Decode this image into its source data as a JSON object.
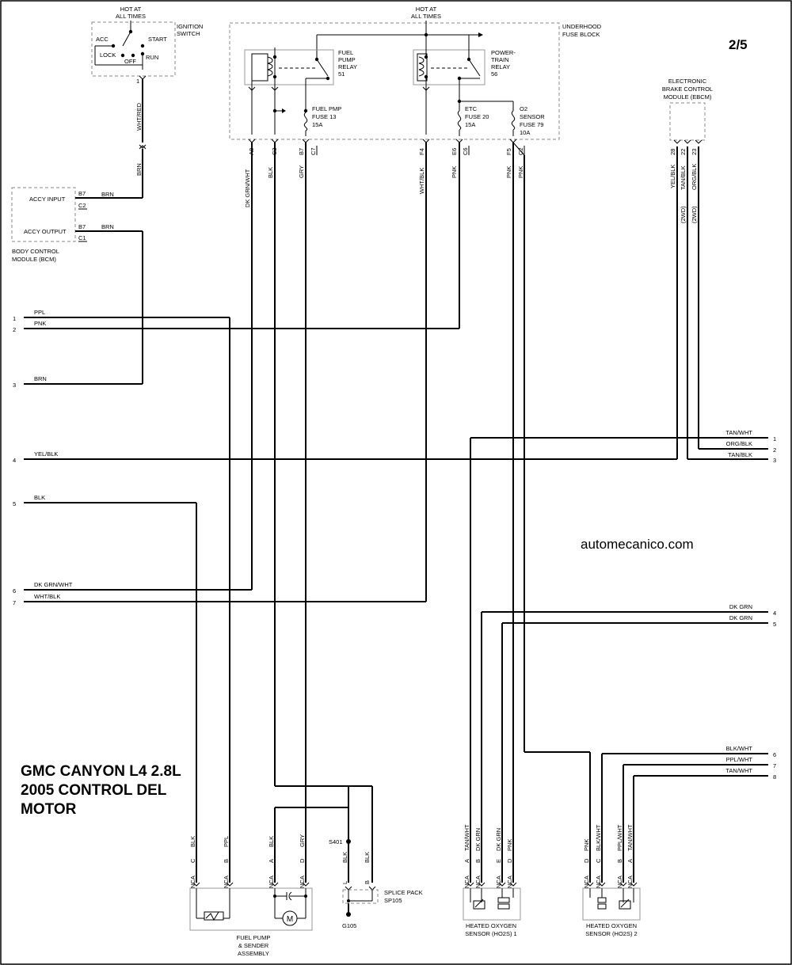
{
  "page_number": "2/5",
  "title_lines": [
    "GMC CANYON L4 2.8L",
    "2005 CONTROL DEL",
    "MOTOR"
  ],
  "watermark": "automecanico.com",
  "ignition_switch": {
    "hot": [
      "HOT AT",
      "ALL TIMES"
    ],
    "name": [
      "IGNITION",
      "SWITCH"
    ],
    "positions": [
      "ACC",
      "START",
      "LOCK",
      "RUN",
      "OFF"
    ],
    "pin": "1",
    "wire_out": "WHT/RED",
    "wire_cont": "BRN"
  },
  "fuse_block": {
    "hot": [
      "HOT AT",
      "ALL TIMES"
    ],
    "name": [
      "UNDERHOOD",
      "FUSE BLOCK"
    ],
    "fuel_pump_relay": [
      "FUEL",
      "PUMP",
      "RELAY",
      "51"
    ],
    "powertrain_relay": [
      "POWER-",
      "TRAIN",
      "RELAY",
      "56"
    ],
    "fuel_pmp_fuse": [
      "FUEL PMP",
      "FUSE 13",
      "15A"
    ],
    "etc_fuse": [
      "ETC",
      "FUSE 20",
      "15A"
    ],
    "o2_fuse": [
      "O2",
      "SENSOR",
      "FUSE 79",
      "10A"
    ],
    "pins": [
      "A8",
      "C2",
      "B7",
      "C7",
      "F4",
      "E6",
      "C6",
      "F5",
      "C2"
    ],
    "wires": [
      "DK GRN/WHT",
      "BLK",
      "GRY",
      "WHT/BLK",
      "PNK",
      "PNK",
      "PNK"
    ]
  },
  "bcm": {
    "accy_input": "ACCY INPUT",
    "accy_output": "ACCY OUTPUT",
    "pin_b7": "B7",
    "conn_c2": "C2",
    "conn_c1": "C1",
    "wire": "BRN",
    "name": [
      "BODY CONTROL",
      "MODULE (BCM)"
    ]
  },
  "ebcm": {
    "name": [
      "ELECTRONIC",
      "BRAKE CONTROL",
      "MODULE (EBCM)"
    ],
    "pins": [
      "28",
      "22",
      "23"
    ],
    "wires": [
      "YEL/BLK",
      "TAN/BLK",
      "ORG/BLK"
    ],
    "note": "(2WD)"
  },
  "left_connectors": [
    {
      "num": "1",
      "wire": "PPL"
    },
    {
      "num": "2",
      "wire": "PNK"
    },
    {
      "num": "3",
      "wire": "BRN"
    },
    {
      "num": "4",
      "wire": "YEL/BLK"
    },
    {
      "num": "5",
      "wire": "BLK"
    },
    {
      "num": "6",
      "wire": "DK GRN/WHT"
    },
    {
      "num": "7",
      "wire": "WHT/BLK"
    }
  ],
  "right_connectors": [
    {
      "num": "1",
      "wire": "TAN/WHT"
    },
    {
      "num": "2",
      "wire": "ORG/BLK"
    },
    {
      "num": "3",
      "wire": "TAN/BLK"
    },
    {
      "num": "4",
      "wire": "DK GRN"
    },
    {
      "num": "5",
      "wire": "DK GRN"
    },
    {
      "num": "6",
      "wire": "BLK/WHT"
    },
    {
      "num": "7",
      "wire": "PPL/WHT"
    },
    {
      "num": "8",
      "wire": "TAN/WHT"
    }
  ],
  "fuel_pump": {
    "pins": [
      "C",
      "B",
      "A",
      "D"
    ],
    "wires": [
      "BLK",
      "PPL",
      "BLK",
      "GRY"
    ],
    "nca": "NCA",
    "motor": "M",
    "name": [
      "FUEL PUMP",
      "& SENDER",
      "ASSEMBLY"
    ]
  },
  "splice": {
    "s401": "S401",
    "pins": [
      "L",
      "B"
    ],
    "wires": [
      "BLK",
      "BLK"
    ],
    "name": [
      "SPLICE PACK",
      "SP105"
    ],
    "ground": "G105"
  },
  "ho2s1": {
    "pins": [
      "A",
      "B",
      "E",
      "D"
    ],
    "wires": [
      "TAN/WHT",
      "DK GRN",
      "DK GRN",
      "PNK"
    ],
    "nca": "NCA",
    "name": [
      "HEATED OXYGEN",
      "SENSOR (HO2S) 1"
    ]
  },
  "ho2s2": {
    "pins": [
      "D",
      "C",
      "B",
      "A"
    ],
    "wires": [
      "PNK",
      "BLK/WHT",
      "PPL/WHT",
      "TAN/WHT"
    ],
    "nca": "NCA",
    "name": [
      "HEATED OXYGEN",
      "SENSOR (HO2S) 2"
    ]
  }
}
